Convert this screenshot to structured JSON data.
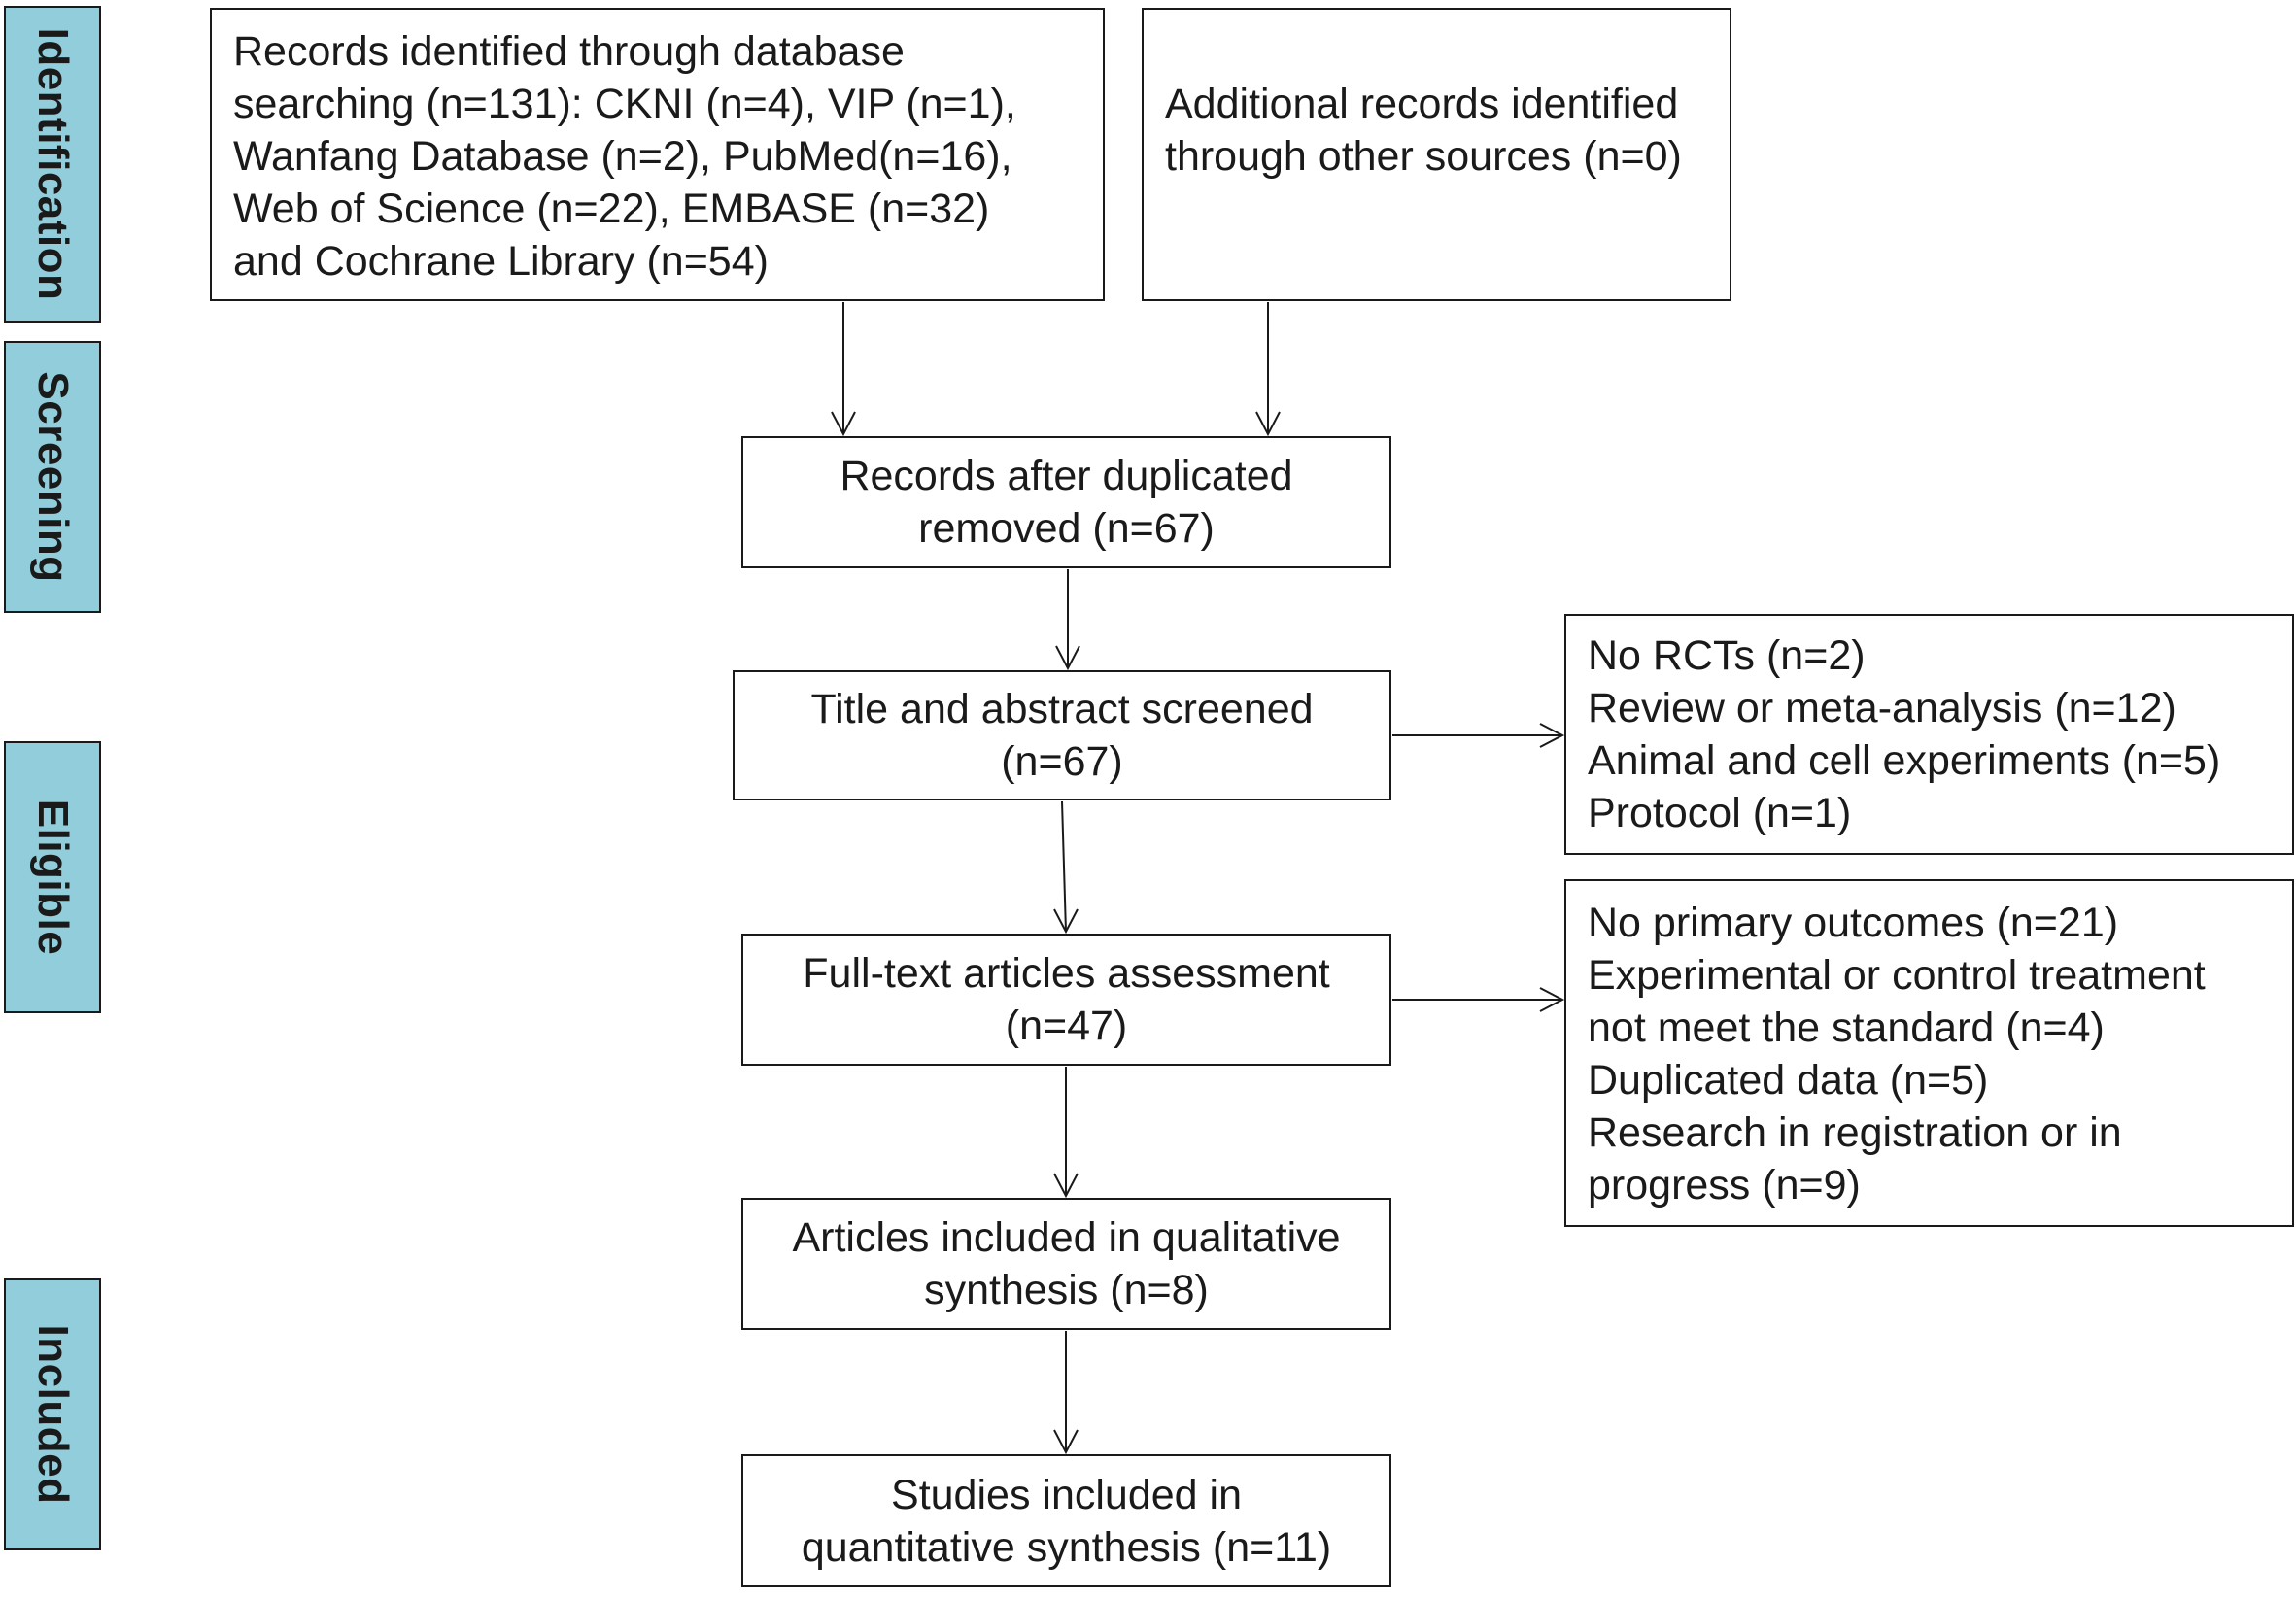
{
  "phases": {
    "identification": "Identification",
    "screening": "Screening",
    "eligible": "Eligible",
    "included": "Included"
  },
  "boxes": {
    "database_search": [
      "Records identified through database",
      "searching (n=131): CKNI (n=4), VIP (n=1),",
      "Wanfang Database (n=2), PubMed(n=16),",
      "Web of Science (n=22), EMBASE (n=32)",
      "and Cochrane Library (n=54)"
    ],
    "other_sources": [
      "Additional records identified",
      "through other sources (n=0)"
    ],
    "duplicates_removed": [
      "Records after duplicated",
      "removed (n=67)"
    ],
    "title_abstract": [
      "Title and abstract screened",
      "(n=67)"
    ],
    "exclusions_screening": [
      "No RCTs (n=2)",
      "Review or meta-analysis (n=12)",
      "Animal and cell experiments (n=5)",
      "Protocol (n=1)"
    ],
    "full_text": [
      "Full-text articles assessment",
      "(n=47)"
    ],
    "exclusions_full_text": [
      "No primary outcomes (n=21)",
      "Experimental or control treatment",
      "not meet the standard (n=4)",
      "Duplicated data (n=5)",
      "Research in registration or in",
      "progress (n=9)"
    ],
    "qualitative": [
      "Articles included in qualitative",
      "synthesis (n=8)"
    ],
    "quantitative": [
      "Studies included in",
      "quantitative synthesis (n=11)"
    ]
  },
  "colors": {
    "phase_fill": "#92cddc",
    "stroke": "#1a1a1a"
  }
}
